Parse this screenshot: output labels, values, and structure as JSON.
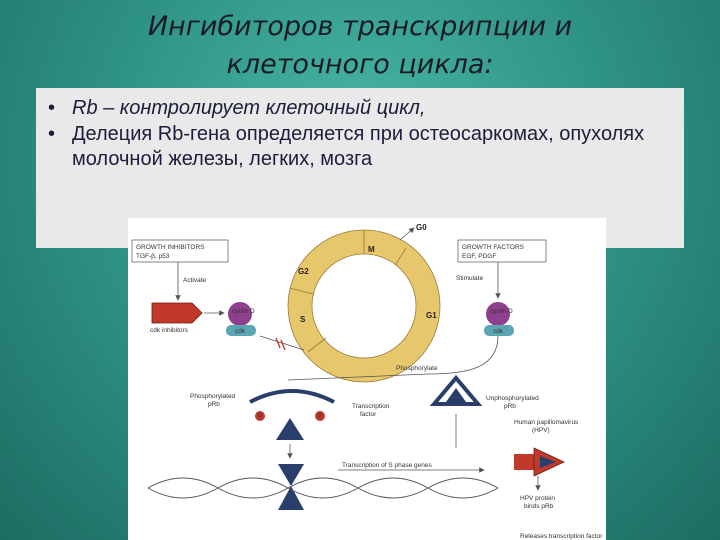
{
  "slide": {
    "title_line1": "Ингибиторов транскрипции и",
    "title_line2": "клеточного цикла:",
    "bullets": [
      {
        "marker": "•",
        "text": "Rb – контролирует клеточный цикл,"
      },
      {
        "marker": "•",
        "text": "Делеция Rb-гена определяется при остеосаркомах, опухолях молочной железы, легких, мозга"
      }
    ]
  },
  "figure": {
    "box_left_line1": "GROWTH INHIBITORS",
    "box_left_line2": "TGF-β, p53",
    "box_right_line1": "GROWTH FACTORS",
    "box_right_line2": "EGF, PDGF",
    "activate": "Activate",
    "stimulate": "Stimulate",
    "cdk_inhibitors": "cdk inhibitors",
    "cyclin_d": "cyclin D",
    "cdk": "cdk",
    "phase_g0": "G0",
    "phase_m": "M",
    "phase_g2": "G2",
    "phase_s": "S",
    "phase_g1": "G1",
    "phosphorylate": "Phosphorylate",
    "phosphorylated_prb_1": "Phosphorylated",
    "phosphorylated_prb_2": "pRb",
    "p_mark": "P",
    "transcription_factor_1": "Transcription",
    "transcription_factor_2": "factor",
    "unphosphorylated_prb_1": "Unphosphorylated",
    "unphosphorylated_prb_2": "pRb",
    "hpv_1": "Human papillomavirus",
    "hpv_2": "(HPV)",
    "transcription_s": "Transcription of S phase genes",
    "hpv_protein_1": "HPV protein",
    "hpv_protein_2": "binds pRb",
    "bottom_text": "Releases transcription factor"
  },
  "colors": {
    "background": "#2c8f80",
    "panel": "#e9e9e9",
    "ring_fill": "#e7c76c",
    "ring_stroke": "#9a7a3a",
    "navy": "#2a3e6c",
    "red": "#c0392b",
    "cyclin": "#8e3f8e",
    "cdk_teal": "#5aa7b3"
  }
}
